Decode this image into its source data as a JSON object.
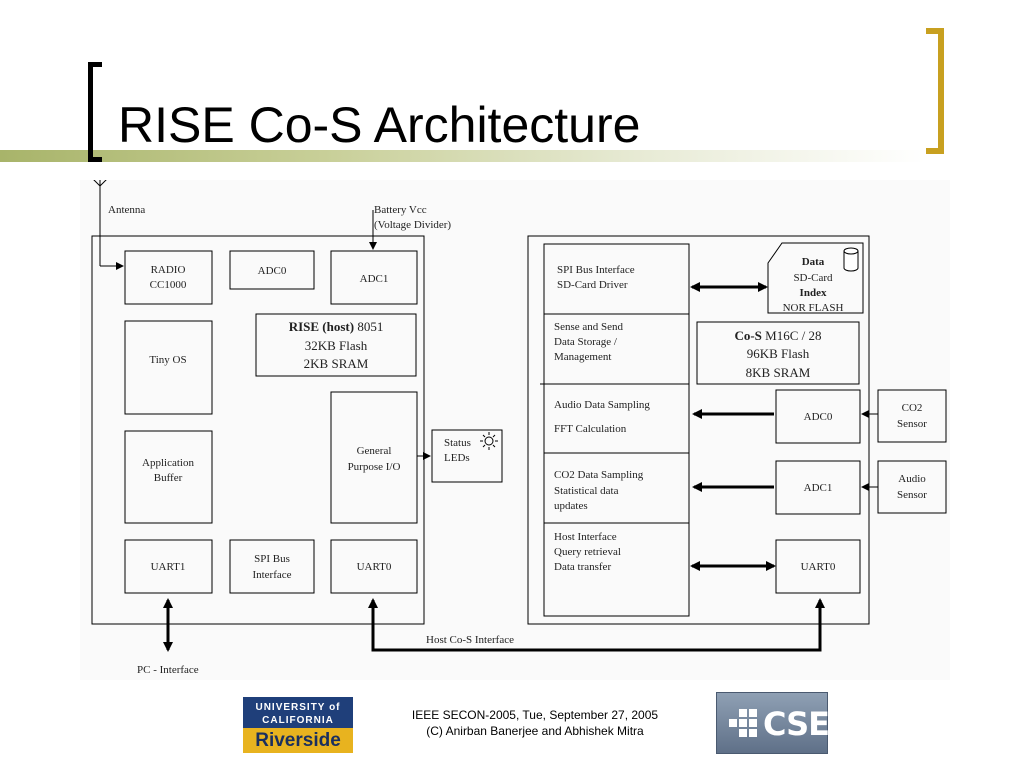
{
  "slide": {
    "title": "RISE Co-S Architecture",
    "footer_line1": "IEEE SECON-2005,  Tue, September 27, 2005",
    "footer_line2": "(C) Anirban Banerjee and Abhishek Mitra",
    "logo_ucr_top1": "UNIVERSITY of",
    "logo_ucr_top2": "CALIFORNIA",
    "logo_ucr_bottom": "Riverside",
    "logo_cse": "CSE"
  },
  "diagram": {
    "antenna": "Antenna",
    "battery_l1": "Battery Vcc",
    "battery_l2": "(Voltage Divider)",
    "radio_l1": "RADIO",
    "radio_l2": "CC1000",
    "host_adc0": "ADC0",
    "host_adc1": "ADC1",
    "tiny_os": "Tiny OS",
    "rise_l1_bold": "RISE (host)",
    "rise_l1_rest": " 8051",
    "rise_l2": "32KB Flash",
    "rise_l3": "2KB SRAM",
    "app_buffer_l1": "Application",
    "app_buffer_l2": "Buffer",
    "gpio_l1": "General",
    "gpio_l2": "Purpose I/O",
    "status_l1": "Status",
    "status_l2": "LEDs",
    "uart1": "UART1",
    "spi_host_l1": "SPI Bus",
    "spi_host_l2": "Interface",
    "host_uart0": "UART0",
    "pc_interface": "PC - Interface",
    "host_cos_interface": "Host Co-S Interface",
    "spi_driver_l1": "SPI Bus Interface",
    "spi_driver_l2": "SD-Card Driver",
    "sense_l1": "Sense and Send",
    "sense_l2": "Data Storage /",
    "sense_l3": "Management",
    "audio_l1": "Audio Data Sampling",
    "audio_l2": "FFT Calculation",
    "co2s_l1": "CO2 Data Sampling",
    "co2s_l2": "Statistical data",
    "co2s_l3": "updates",
    "hostif_l1": "Host Interface",
    "hostif_l2": "Query retrieval",
    "hostif_l3": "Data transfer",
    "sd_l1": "Data",
    "sd_l2": "SD-Card",
    "sd_l3": "Index",
    "sd_l4": "NOR FLASH",
    "cos_l1_bold": "Co-S",
    "cos_l1_rest": " M16C / 28",
    "cos_l2": "96KB  Flash",
    "cos_l3": "8KB SRAM",
    "cos_adc0": "ADC0",
    "cos_adc1": "ADC1",
    "cos_uart0": "UART0",
    "co2_sensor_l1": "CO2",
    "co2_sensor_l2": "Sensor",
    "audio_sensor_l1": "Audio",
    "audio_sensor_l2": "Sensor"
  },
  "colors": {
    "title_accent": "#a8b46a",
    "right_bracket": "#c8a020",
    "ucr_blue": "#1f3f7a",
    "ucr_gold": "#e8b31f"
  }
}
